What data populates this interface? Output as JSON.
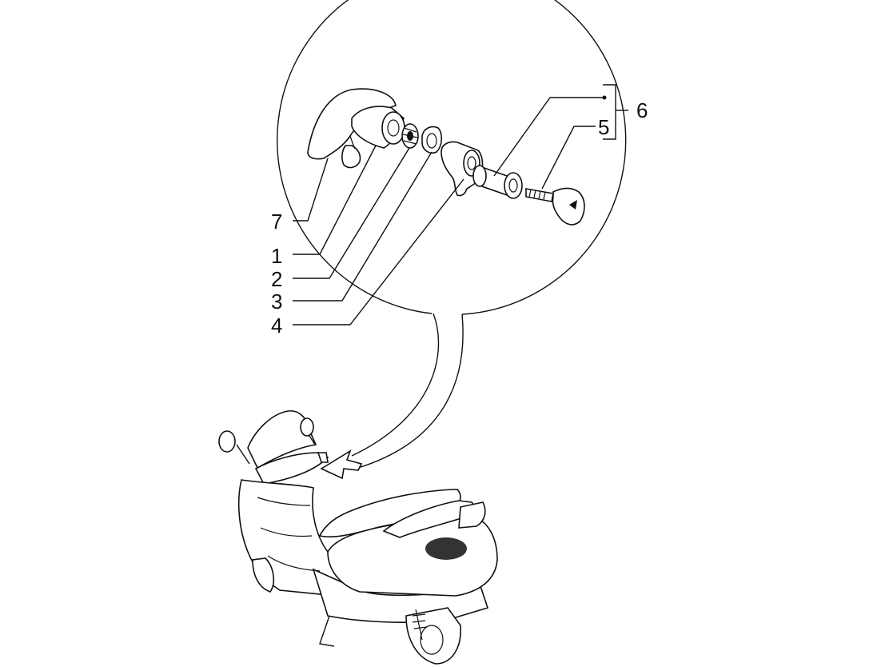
{
  "callouts": [
    {
      "id": "7",
      "text": "7"
    },
    {
      "id": "1",
      "text": "1"
    },
    {
      "id": "2",
      "text": "2"
    },
    {
      "id": "3",
      "text": "3"
    },
    {
      "id": "4",
      "text": "4"
    },
    {
      "id": "6",
      "text": "6"
    },
    {
      "id": "5",
      "text": "5"
    }
  ]
}
